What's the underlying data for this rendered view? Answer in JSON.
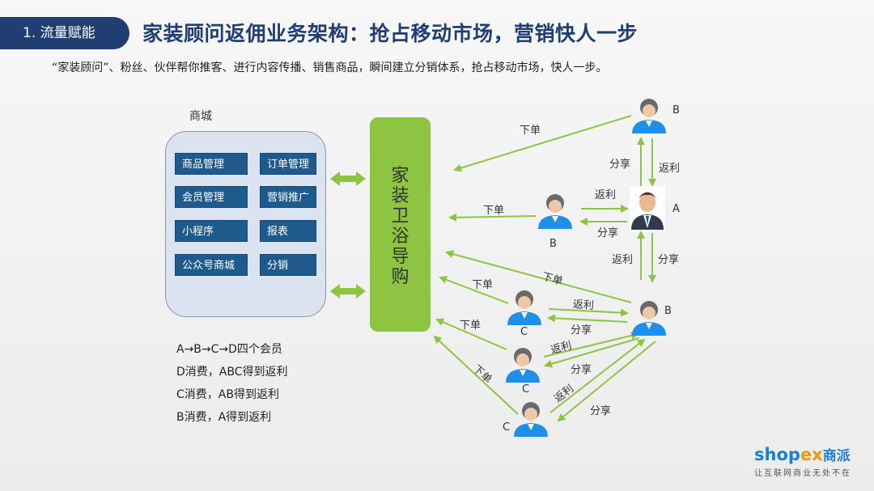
{
  "header": {
    "section_tag": "1. 流量赋能",
    "title": "家装顾问返佣业务架构：抢占移动市场，营销快人一步",
    "subtitle": "“家装顾问”、粉丝、伙伴帮你推客、进行内容传播、销售商品，瞬间建立分销体系，抢占移动市场，快人一步。"
  },
  "mall": {
    "label": "商城",
    "modules": [
      "商品管理",
      "订单管理",
      "会员管理",
      "营销推广",
      "小程序",
      "报表",
      "公众号商城",
      "分销"
    ]
  },
  "guide": {
    "label": "家装卫浴导购"
  },
  "chain_lines": [
    "A→B→C→D四个会员",
    "D消费，ABC得到返利",
    "C消费，AB得到返利",
    "B消费，A得到返利"
  ],
  "edge_labels": {
    "order": "下单",
    "share": "分享",
    "rebate": "返利"
  },
  "nodes": {
    "a": "A",
    "b": "B",
    "c": "C"
  },
  "logo": {
    "brand_pre": "shop",
    "brand_ex": "ex",
    "brand_cn": "商派",
    "slogan": "让互联网商业无处不在"
  },
  "colors": {
    "primary": "#1f3f73",
    "accent_green": "#8dc542",
    "module_blue": "#1e5b8c",
    "person_blue": "#1e90e8"
  }
}
